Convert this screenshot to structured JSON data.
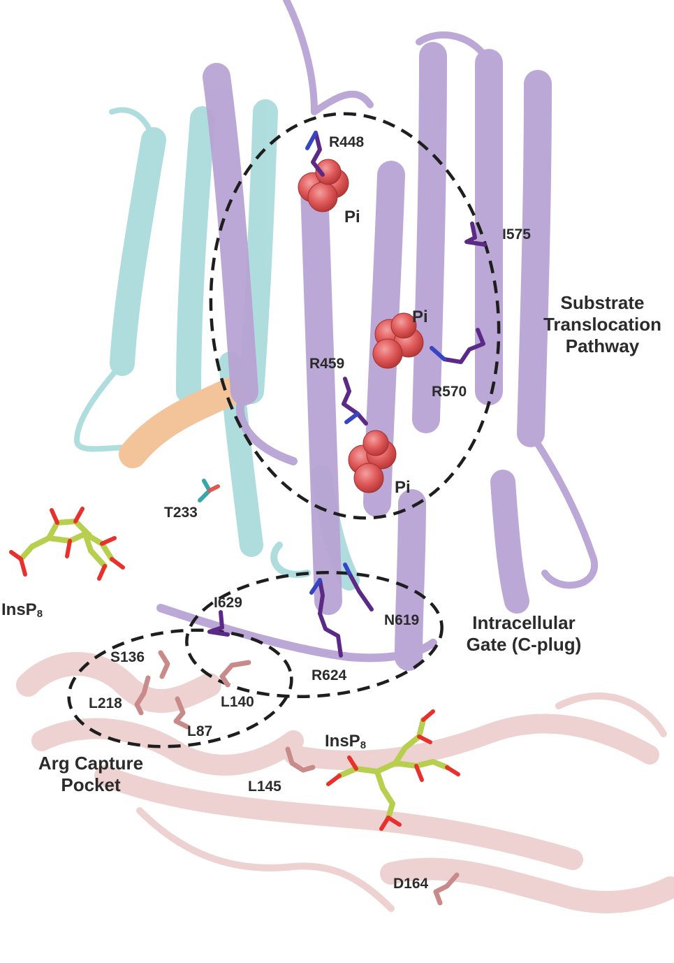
{
  "residues": {
    "r448": "R448",
    "i575": "I575",
    "r459": "R459",
    "r570": "R570",
    "t233": "T233",
    "i629": "I629",
    "n619": "N619",
    "r624": "R624",
    "s136": "S136",
    "l218": "L218",
    "l140": "L140",
    "l87": "L87",
    "l145": "L145",
    "d164": "D164"
  },
  "phosphate_label": "Pi",
  "regions": {
    "substrate_pathway": "Substrate\nTranslocation\nPathway",
    "intracellular_gate": "Intracellular\nGate (C-plug)",
    "arg_capture_pocket": "Arg Capture\nPocket"
  },
  "ligands": {
    "insp8_base": "InsP",
    "insp8_sub": "8"
  },
  "colors": {
    "tm_domain_purple": "#b8a4d4",
    "tm_domain_cyan": "#a7d9da",
    "helix_orange": "#f3c39a",
    "spx_domain_pink": "#ecc9c9",
    "phosphate_red": "#e05a5a",
    "residue_purple": "#5b2a86",
    "ligand_green": "#b7cf4e"
  }
}
